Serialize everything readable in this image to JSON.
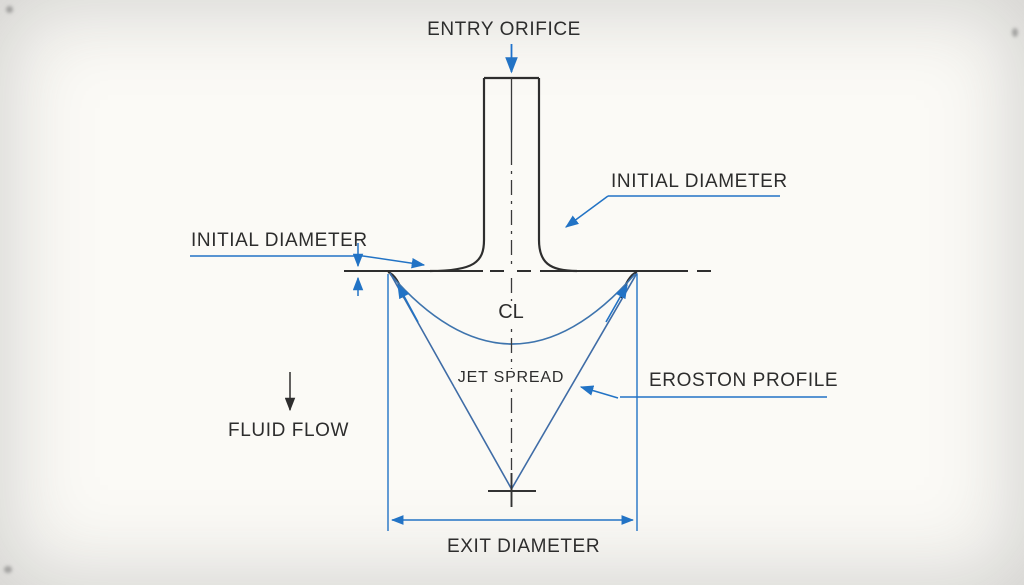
{
  "title": "Orifice erosion profile diagram",
  "colors": {
    "background": "#fbfaf6",
    "outline_black": "#2e2e2e",
    "accent_blue": "#2273c5",
    "steel_blue": "#3e74ad"
  },
  "labels": {
    "entry_orifice": "ENTRY ORIFICE",
    "initial_diameter_right": "INITIAL DIAMETER",
    "initial_diameter_left": "INITIAL DIAMETER",
    "centerline_mark": "CL",
    "jet_spread": "JET SPREAD",
    "erosion_profile": "EROSTON PROFILE",
    "fluid_flow": "FLUID FLOW",
    "exit_diameter": "EXIT DIAMETER"
  }
}
